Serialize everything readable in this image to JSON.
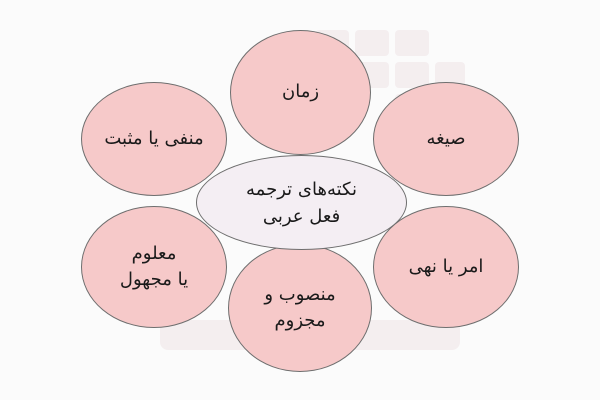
{
  "diagram": {
    "center": "نکته‌های ترجمه\nفعل عربی",
    "nodes": {
      "top": "زمان",
      "top_right": "صیغه",
      "top_left": "منفی یا مثبت",
      "bottom_right": "امر یا نهی",
      "bottom_left": "معلوم\nیا مجهول",
      "bottom": "منصوب و\nمجزوم"
    }
  },
  "colors": {
    "node_fill": "#f6c9c9",
    "center_fill": "#f4eef3",
    "border": "#6e6e6e",
    "background": "#fbfbfb"
  },
  "watermark_icon": "faradars-logo-watermark"
}
